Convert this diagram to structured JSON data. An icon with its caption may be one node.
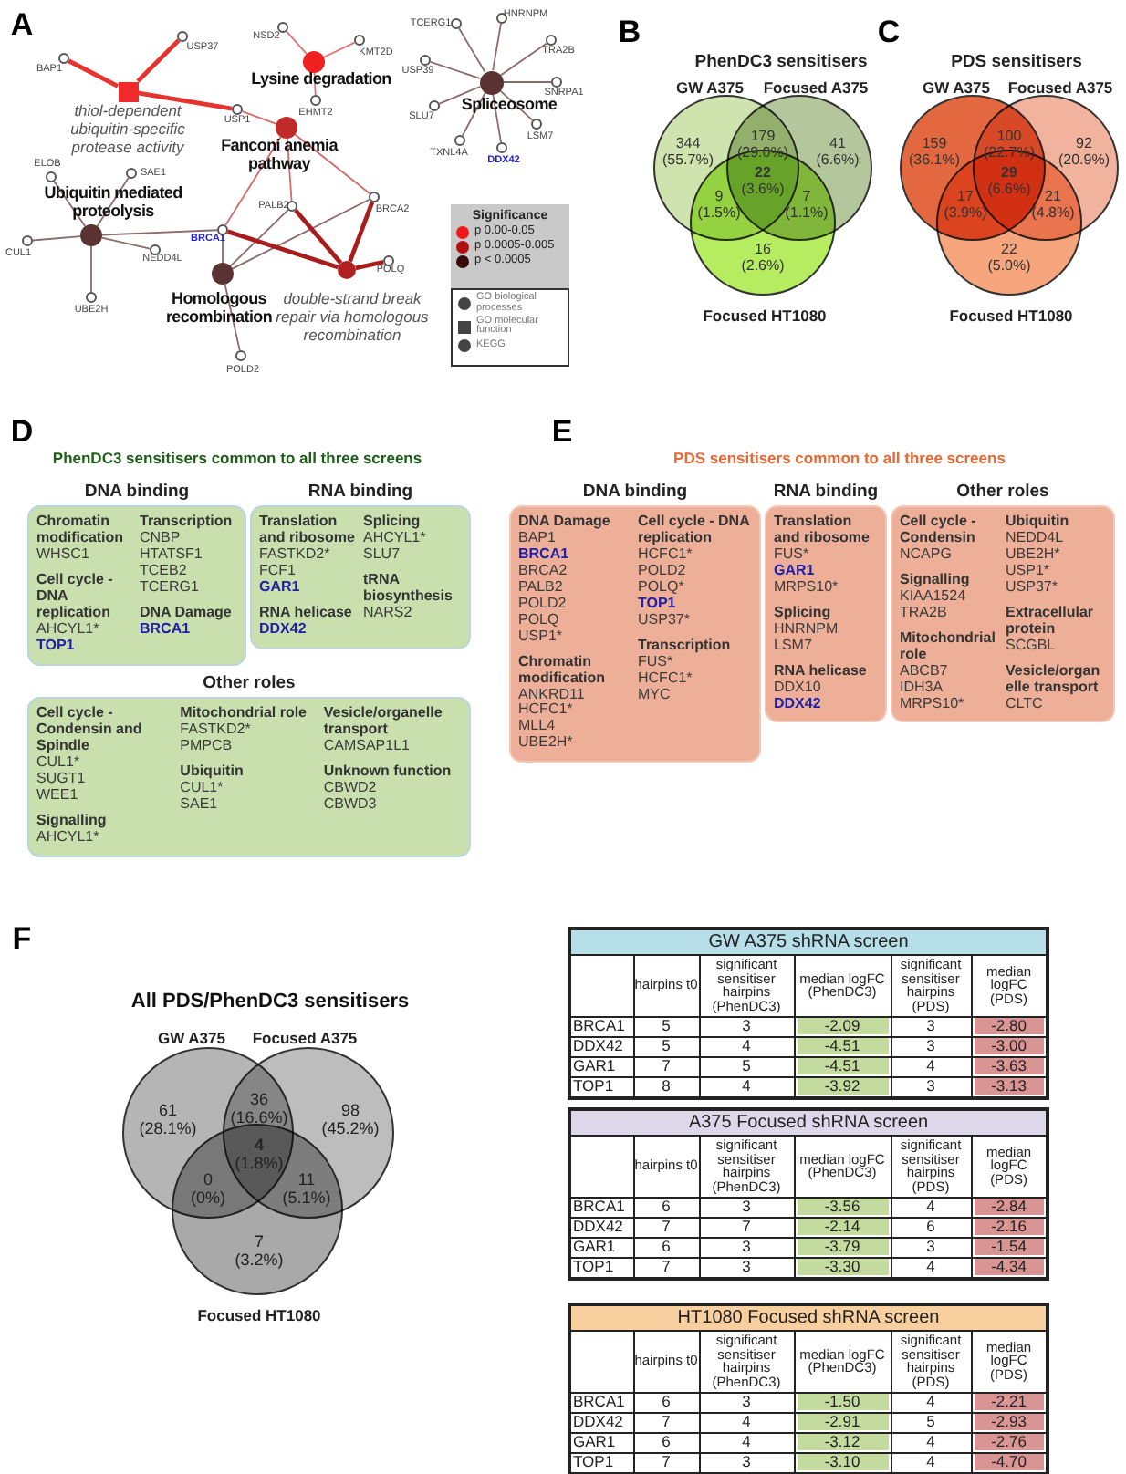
{
  "diagram": {
    "nodes": [
      {
        "text": [],
        "shape": "circle",
        "beside": [
          "BAP1"
        ]
      },
      {
        "text": [],
        "shape": "circle",
        "beside": [
          "USP37"
        ]
      },
      {
        "text": [],
        "shape": "box",
        "beside": [
          "thiol-dependent ubiquitin-specific protease activity"
        ]
      },
      {
        "text": [],
        "shape": "circle",
        "beside": [
          "NSD2"
        ]
      },
      {
        "text": [],
        "shape": "circle",
        "beside": [
          "KMT2D"
        ]
      },
      {
        "text": [],
        "shape": "circle",
        "beside": [
          "Lysine degradation"
        ]
      },
      {
        "text": [],
        "shape": "circle",
        "beside": [
          "EHMT2"
        ]
      },
      {
        "text": [],
        "shape": "circle",
        "beside": [
          "USP1"
        ]
      },
      {
        "text": [],
        "shape": "circle",
        "beside": [
          "Fanconi anemia pathway"
        ]
      },
      {
        "text": [],
        "shape": "circle",
        "beside": [
          "TCERG1"
        ]
      },
      {
        "text": [],
        "shape": "circle",
        "beside": [
          "HNRNPM"
        ]
      },
      {
        "text": [],
        "shape": "circle",
        "beside": [
          "TRA2B"
        ]
      },
      {
        "text": [],
        "shape": "circle",
        "beside": [
          "USP39"
        ]
      },
      {
        "text": [],
        "shape": "circle",
        "beside": [
          "Spliceosome"
        ]
      },
      {
        "text": [],
        "shape": "circle",
        "beside": [
          "SNRPA1"
        ]
      },
      {
        "text": [],
        "shape": "circle",
        "beside": [
          "SLU7"
        ]
      },
      {
        "text": [],
        "shape": "circle",
        "beside": [
          "LSM7"
        ]
      },
      {
        "text": [],
        "shape": "circle",
        "beside": [
          "TXNL4A"
        ]
      },
      {
        "text": [],
        "shape": "circle",
        "beside": [
          "DDX42"
        ]
      },
      {
        "text": [],
        "shape": "circle",
        "beside": [
          "ELOB"
        ]
      },
      {
        "text": [],
        "shape": "circle",
        "beside": [
          "SAE1"
        ]
      },
      {
        "text": [],
        "shape": "circle",
        "beside": [
          "Ubiquitin mediated proteolysis"
        ]
      },
      {
        "text": [],
        "shape": "circle",
        "beside": [
          "PALB2"
        ]
      },
      {
        "text": [],
        "shape": "circle",
        "beside": [
          "BRCA2"
        ]
      },
      {
        "text": [],
        "shape": "circle",
        "beside": [
          "BRCA1"
        ]
      },
      {
        "text": [],
        "shape": "circle",
        "beside": [
          "CUL1"
        ]
      },
      {
        "text": [],
        "shape": "circle",
        "beside": [
          "NEDD4L"
        ]
      },
      {
        "text": [],
        "shape": "circle",
        "beside": [
          "POLQ"
        ]
      },
      {
        "text": [],
        "shape": "circle",
        "beside": [
          "double-strand break repair via homologous recombination"
        ]
      },
      {
        "text": [],
        "shape": "circle",
        "beside": [
          "Homologous recombination"
        ]
      },
      {
        "text": [],
        "shape": "circle",
        "beside": [
          "UBE2H"
        ]
      },
      {
        "text": [],
        "shape": "circle",
        "beside": [
          "POLD2"
        ]
      },
      {
        "text": [
          "GW A375"
        ]
      },
      {
        "text": [
          "Focused A375"
        ]
      },
      {
        "text": [
          "Focused HT1080"
        ]
      },
      {
        "text": [
          "GW A375"
        ]
      },
      {
        "text": [
          "Focused A375"
        ]
      },
      {
        "text": [
          "Focused HT1080"
        ]
      },
      {
        "text": [
          "DNA binding",
          "Chromatin modification",
          "WHSC1",
          "Cell cycle - DNA replication",
          "AHCYL1* **TOP1**",
          "Transcription",
          "CNBP HTATSF1 TCEB2 TCERG1",
          "DNA Damage",
          "BRCA1"
        ]
      },
      {
        "text": [
          "RNA binding",
          "Translation and ribosome",
          "FASTKD2* FCF1 **GAR1**",
          "RNA helicase",
          "DDX42",
          "Splicing",
          "AHCYL1* SLU7",
          "tRNA biosynthesis",
          "NARS2"
        ]
      },
      {
        "text": [
          "Other roles",
          "Cell cycle - Condensin and Spindle",
          "CUL1* SUGT1 WEE1",
          "Signalling",
          "AHCYL1*",
          "Mitochondrial role",
          "FASTKD2* PMPCB",
          "Ubiquitin",
          "CUL1* SAE1",
          "Vesicle/organelle transport",
          "CAMSAP1L1",
          "Unknown function",
          "CBWD2 CBWD3"
        ]
      },
      {
        "text": [
          "DNA binding",
          "DNA Damage",
          "BAP1 **BRCA1** BRCA2 PALB2 POLD2 POLQ USP1*",
          "Chromatin modification",
          "ANKRD11 HCFC1* MLL4 UBE2H*",
          "Cell cycle - DNA replication",
          "HCFC1* POLD2 POLQ* **TOP1** USP37*",
          "Transcription",
          "FUS* HCFC1* MYC"
        ]
      },
      {
        "text": [
          "RNA binding",
          "Translation and ribosome",
          "FUS* **GAR1** MRPS10*",
          "Splicing",
          "HNRNPM LSM7",
          "RNA helicase",
          "DDX10 **DDX42**"
        ]
      },
      {
        "text": [
          "Other roles",
          "Cell cycle - Condensin",
          "NCAPG",
          "Signalling",
          "KIAA1524 TRA2B",
          "Mitochondrial role",
          "ABCB7 IDH3A MRPS10*",
          "Ubiquitin",
          "NEDD4L UBE2H* USP1* USP37*",
          "Extracellular protein",
          "SCGBL",
          "Vesicle/organelle transport",
          "CLTC"
        ]
      },
      {
        "text": [
          "GW A375"
        ]
      },
      {
        "text": [
          "Focused A375"
        ]
      },
      {
        "text": [
          "Focused HT1080"
        ]
      }
    ],
    "edges": [
      {
        "from": 2,
        "to": 0,
        "arrow": "none",
        "style": "thick",
        "color": "#e8322e"
      },
      {
        "from": 2,
        "to": 1,
        "arrow": "none",
        "style": "thick",
        "color": "#e8322e"
      },
      {
        "from": 2,
        "to": 7,
        "arrow": "none",
        "style": "thick",
        "color": "#e8322e"
      },
      {
        "from": 5,
        "to": 3,
        "arrow": "none",
        "color": "#e07070"
      },
      {
        "from": 5,
        "to": 4,
        "arrow": "none",
        "color": "#e07070"
      },
      {
        "from": 5,
        "to": 6,
        "arrow": "none",
        "color": "#e07070"
      },
      {
        "from": 8,
        "to": 7,
        "arrow": "none",
        "color": "#d26a6a"
      },
      {
        "from": 8,
        "to": 24,
        "arrow": "none",
        "color": "#d26a6a"
      },
      {
        "from": 8,
        "to": 22,
        "arrow": "none",
        "color": "#d26a6a"
      },
      {
        "from": 8,
        "to": 23,
        "arrow": "none",
        "color": "#d26a6a"
      },
      {
        "from": 13,
        "to": 9,
        "arrow": "none"
      },
      {
        "from": 13,
        "to": 10,
        "arrow": "none"
      },
      {
        "from": 13,
        "to": 11,
        "arrow": "none"
      },
      {
        "from": 13,
        "to": 12,
        "arrow": "none"
      },
      {
        "from": 13,
        "to": 14,
        "arrow": "none"
      },
      {
        "from": 13,
        "to": 15,
        "arrow": "none"
      },
      {
        "from": 13,
        "to": 16,
        "arrow": "none"
      },
      {
        "from": 13,
        "to": 17,
        "arrow": "none"
      },
      {
        "from": 13,
        "to": 18,
        "arrow": "none"
      },
      {
        "from": 21,
        "to": 19,
        "arrow": "none"
      },
      {
        "from": 21,
        "to": 20,
        "arrow": "none"
      },
      {
        "from": 21,
        "to": 25,
        "arrow": "none"
      },
      {
        "from": 21,
        "to": 26,
        "arrow": "none"
      },
      {
        "from": 21,
        "to": 30,
        "arrow": "none"
      },
      {
        "from": 21,
        "to": 24,
        "arrow": "none"
      },
      {
        "from": 29,
        "to": 24,
        "arrow": "none"
      },
      {
        "from": 29,
        "to": 22,
        "arrow": "none"
      },
      {
        "from": 29,
        "to": 23,
        "arrow": "none"
      },
      {
        "from": 29,
        "to": 31,
        "arrow": "none"
      },
      {
        "from": 28,
        "to": 24,
        "arrow": "none",
        "style": "thick",
        "color": "#a81c1c"
      },
      {
        "from": 28,
        "to": 22,
        "arrow": "none",
        "style": "thick",
        "color": "#a81c1c"
      },
      {
        "from": 28,
        "to": 23,
        "arrow": "none",
        "style": "thick",
        "color": "#a81c1c"
      },
      {
        "from": 28,
        "to": 27,
        "arrow": "none",
        "style": "thick",
        "color": "#a81c1c"
      }
    ],
    "labels": [
      "A",
      "B",
      "C",
      "PhenDC3 sensitisers",
      "344 (55.7%)",
      "179 (29.0%)",
      "41 (6.6%)",
      "**22** (3.6%)",
      "9 (1.5%)",
      "7 (1.1%)",
      "16 (2.6%)",
      "PDS sensitisers",
      "159 (36.1%)",
      "100 (22.7%)",
      "92 (20.9%)",
      "**29** (6.6%)",
      "17 (3.9%)",
      "21 (4.8%)",
      "22 (5.0%)",
      "Significance",
      "D",
      "E",
      "PhenDC3 sensitisers common to all three screens",
      "PDS sensitisers common to all three screens",
      "F",
      "All PDS/PhenDC3 sensitisers",
      "61 (28.1%)",
      "36 (16.6%)",
      "98 (45.2%)",
      "**4** (1.8%)",
      "0 (0%)",
      "11 (5.1%)",
      "7 (3.2%)",
      "GW A375 shRNA screen",
      "hairpins t0",
      "significant sensitiser hairpins (PhenDC3)",
      "median logFC (PhenDC3)",
      "significant sensitiser hairpins (PDS)",
      "median logFC (PDS)",
      "BRCA1",
      "5",
      "3",
      "-2.09",
      "3",
      "-2.80",
      "DDX42",
      "5",
      "4",
      "-4.51",
      "3",
      "-3.00",
      "GAR1",
      "7",
      "5",
      "-4.51",
      "4",
      "-3.63",
      "TOP1",
      "8",
      "4",
      "-3.92",
      "3",
      "-3.13",
      "A375 Focused shRNA screen",
      "hairpins t0",
      "significant sensitiser hairpins (PhenDC3)",
      "median logFC (PhenDC3)",
      "significant sensitiser hairpins (PDS)",
      "median logFC (PDS)",
      "BRCA1",
      "6",
      "3",
      "-3.56",
      "4",
      "-2.84",
      "DDX42",
      "7",
      "7",
      "-2.14",
      "6",
      "-2.16",
      "GAR1",
      "6",
      "3",
      "-3.79",
      "3",
      "-1.54",
      "TOP1",
      "7",
      "3",
      "-3.30",
      "4",
      "-4.34",
      "HT1080 Focused shRNA screen",
      "hairpins t0",
      "significant sensitiser hairpins (PhenDC3)",
      "median logFC (PhenDC3)",
      "significant sensitiser hairpins (PDS)",
      "median logFC (PDS)",
      "BRCA1",
      "6",
      "3",
      "-1.50",
      "4",
      "-2.21",
      "DDX42",
      "7",
      "4",
      "-2.91",
      "5",
      "-2.93",
      "GAR1",
      "6",
      "4",
      "-3.12",
      "4",
      "-2.76",
      "TOP1",
      "7",
      "3",
      "-3.10",
      "4",
      "-4.70"
    ],
    "legend": [
      {
        "text": "p 0.00-0.05",
        "color": "#f01818"
      },
      {
        "text": "p 0.0005-0.005",
        "color": "#b01010"
      },
      {
        "text": "p < 0.0005",
        "color": "#3a0808"
      },
      {
        "text": "GO biological processes"
      },
      {
        "text": "GO molecular function"
      },
      {
        "text": "KEGG"
      }
    ]
  }
}
